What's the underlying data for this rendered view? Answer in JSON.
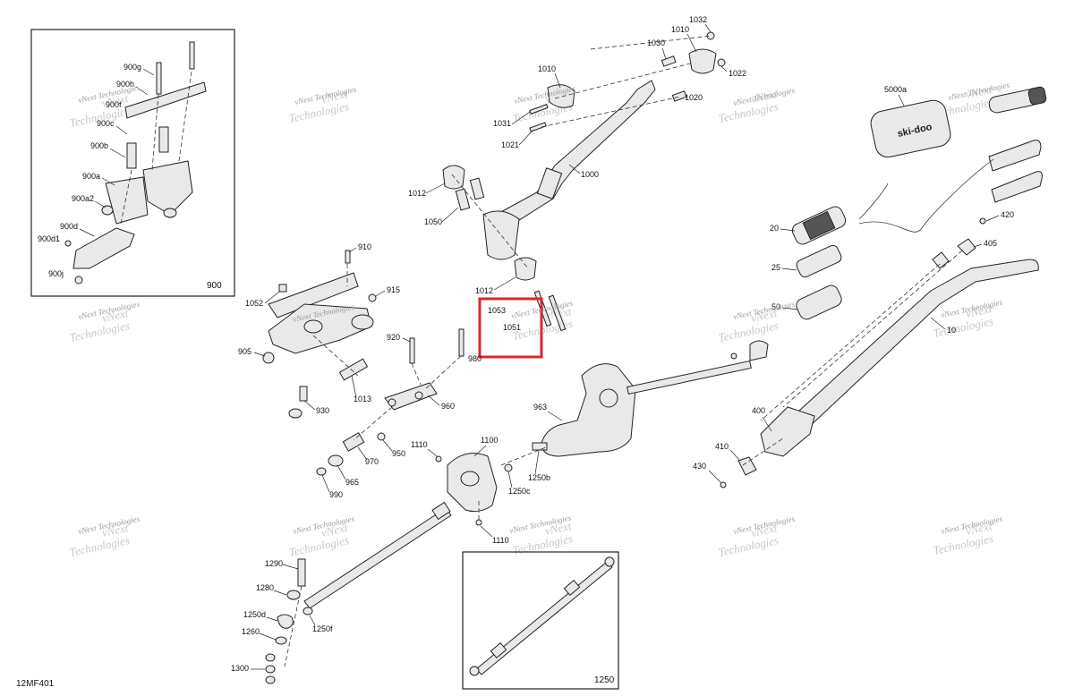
{
  "diagram_code": "12MF401",
  "highlight_color": "#d9272e",
  "inset_labels": {
    "upper_left": "900",
    "bottom_center": "1250"
  },
  "grip_logo_text": "ski-doo",
  "callouts": {
    "c900g": "900g",
    "c900h": "900h",
    "c900f": "900f",
    "c900c": "900c",
    "c900b": "900b",
    "c900a": "900a",
    "c900a2": "900a2",
    "c900d": "900d",
    "c900d1": "900d1",
    "c900j": "900j",
    "c1032": "1032",
    "c1010a": "1010",
    "c1030": "1030",
    "c1022": "1022",
    "c1010b": "1010",
    "c1020": "1020",
    "c1031": "1031",
    "c1021": "1021",
    "c1000": "1000",
    "c1012a": "1012",
    "c1050": "1050",
    "c1012b": "1012",
    "c1053": "1053",
    "c1051": "1051",
    "c5000a": "5000a",
    "c20": "20",
    "c25": "25",
    "c50": "50",
    "c10": "10",
    "c420": "420",
    "c405": "405",
    "c910": "910",
    "c915": "915",
    "c1052": "1052",
    "c905": "905",
    "c920": "920",
    "c980": "980",
    "c1013": "1013",
    "c930": "930",
    "c960": "960",
    "c963": "963",
    "c400": "400",
    "c410": "410",
    "c430": "430",
    "c970": "970",
    "c950": "950",
    "c965": "965",
    "c990": "990",
    "c1110a": "1110",
    "c1100": "1100",
    "c1250b": "1250b",
    "c1250c": "1250c",
    "c1110b": "1110",
    "c1290": "1290",
    "c1280": "1280",
    "c1250d": "1250d",
    "c1250f": "1250f",
    "c1260": "1260",
    "c1300": "1300"
  },
  "watermark": {
    "line1": "vNext",
    "line2": "Technologies",
    "inline": "vNext Technologies"
  }
}
